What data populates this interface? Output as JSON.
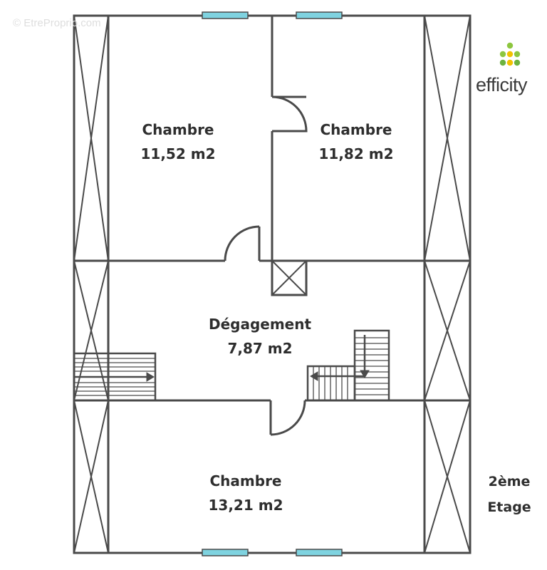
{
  "watermark": "© EtreProprio.com",
  "brand": {
    "name": "efficity",
    "dot_colors": [
      "#8dc63f",
      "#f2c200",
      "#6db33f"
    ]
  },
  "floor_label": [
    "2ème",
    "Etage"
  ],
  "rooms": [
    {
      "name": "Chambre",
      "area": "11,52 m2"
    },
    {
      "name": "Chambre",
      "area": "11,82 m2"
    },
    {
      "name": "Dégagement",
      "area": "7,87 m2"
    },
    {
      "name": "Chambre",
      "area": "13,21 m2"
    }
  ],
  "colors": {
    "wall": "#4a4a4a",
    "window": "#7fd3e0",
    "text": "#2e2e2e"
  }
}
